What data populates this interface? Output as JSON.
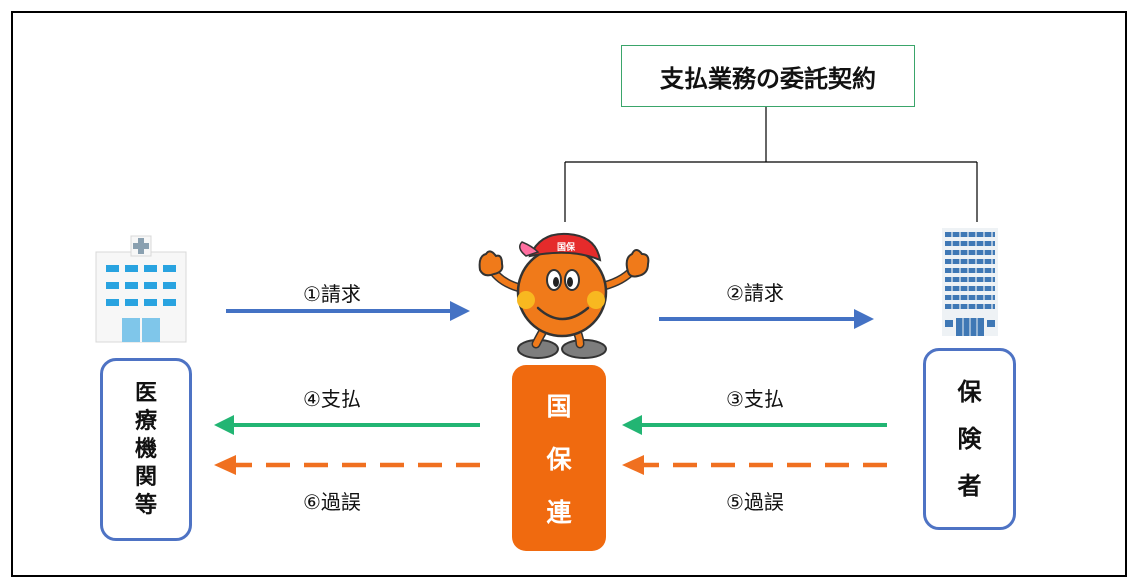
{
  "contract_label": "支払業務の委託契約",
  "hospital": {
    "icon": "hospital-icon",
    "label_chars": [
      "医",
      "療",
      "機",
      "関",
      "等"
    ]
  },
  "insurer": {
    "icon": "office-building-icon",
    "label_chars": [
      "保",
      "険",
      "者"
    ]
  },
  "kokuhoren": {
    "icon": "mascot-character-icon",
    "cap_text": "国保",
    "label_chars": [
      "国",
      "保",
      "連"
    ]
  },
  "flows": {
    "claim1": "①請求",
    "claim2": "②請求",
    "payment3": "③支払",
    "payment4": "④支払",
    "error5": "⑤過誤",
    "error6": "⑥過誤"
  },
  "colors": {
    "claim_arrow": "#4472c4",
    "payment_arrow": "#22b573",
    "error_arrow": "#f07020",
    "org_box": "#f06a0f",
    "box_border": "#4e73c4",
    "contract_border": "#3aa56a"
  }
}
